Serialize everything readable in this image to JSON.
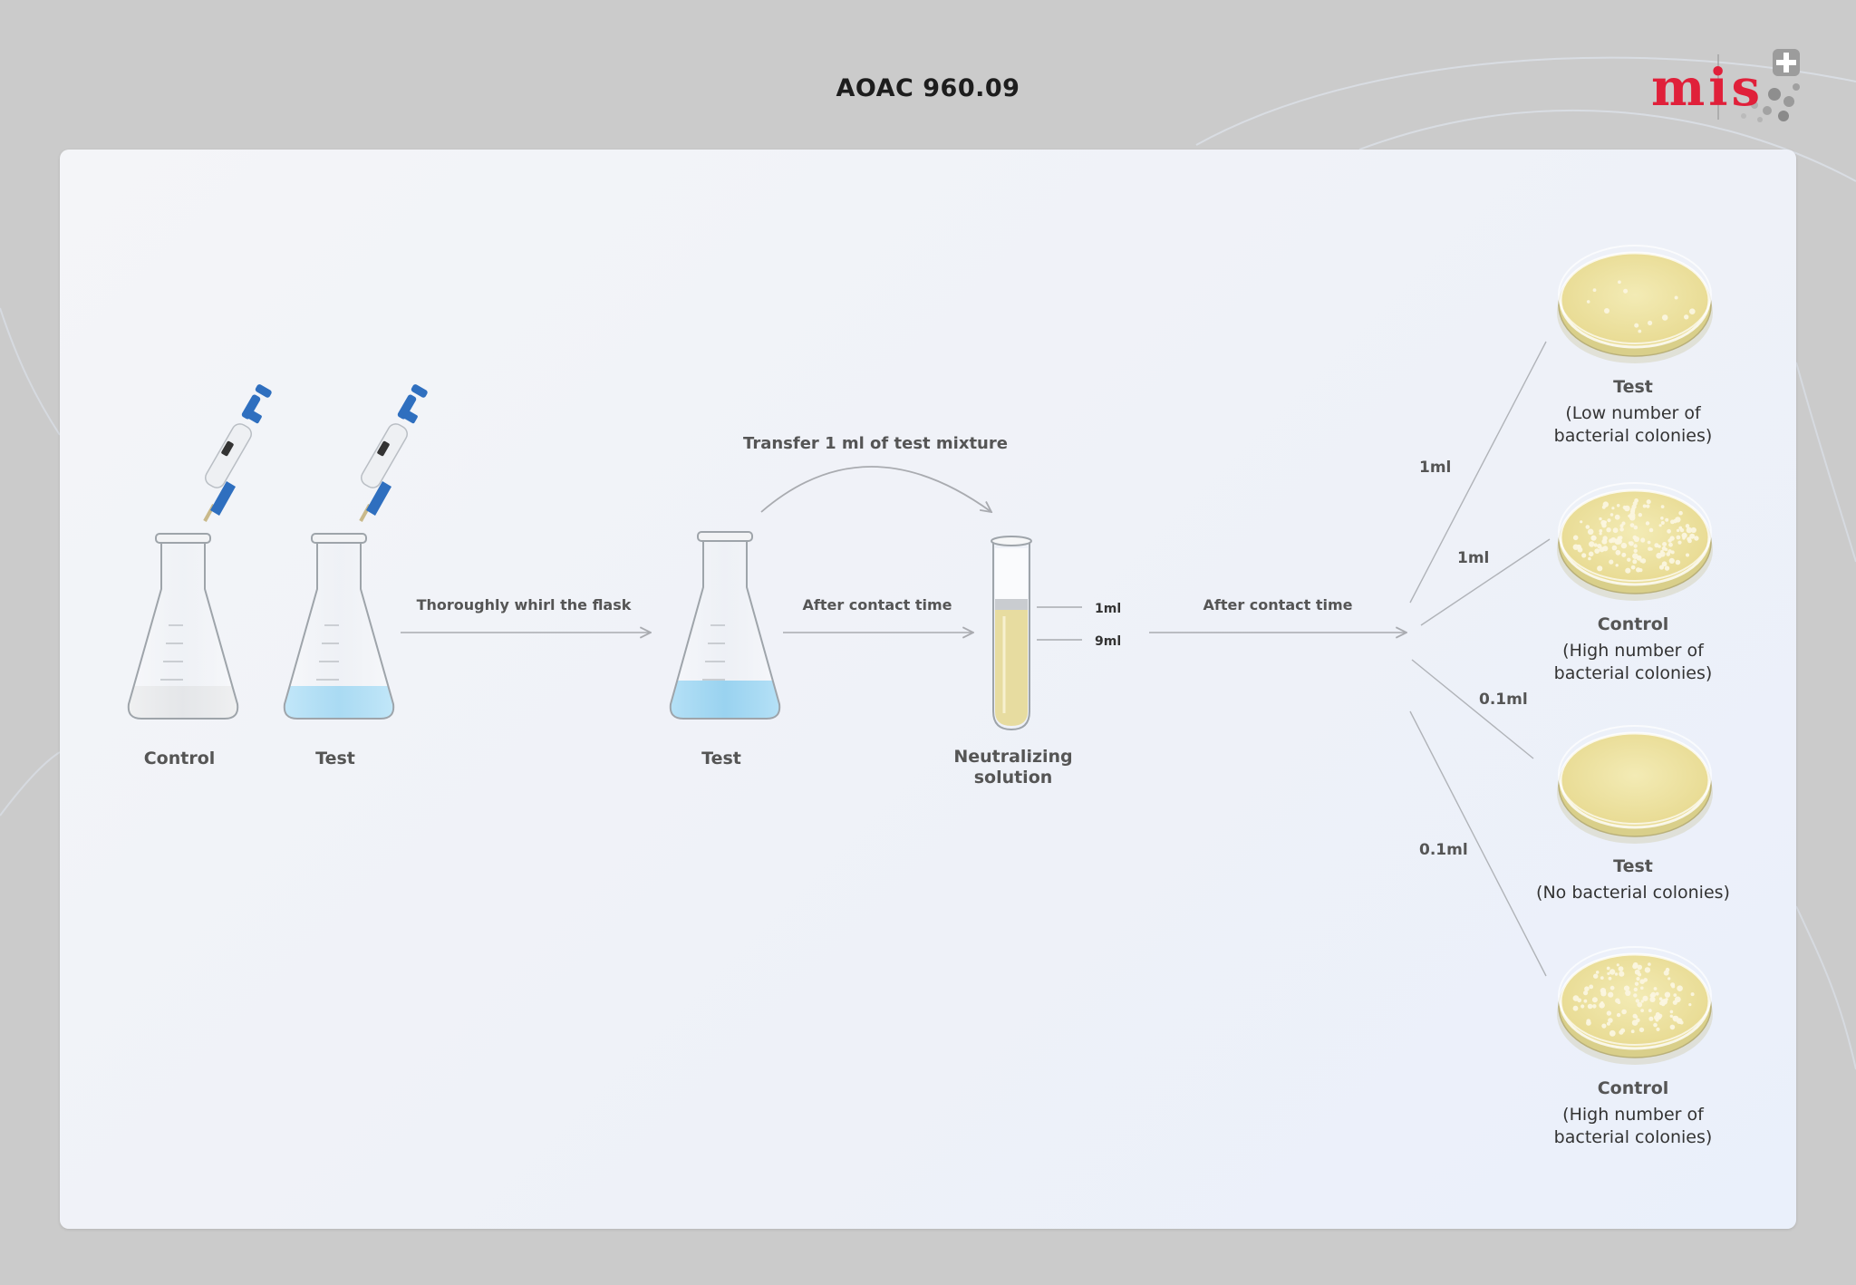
{
  "title": "AOAC 960.09",
  "logo": {
    "text": "mis",
    "icon": "plus-icon"
  },
  "flasks": [
    {
      "label": "Control",
      "liquid": "#e3e4e6"
    },
    {
      "label": "Test",
      "liquid": "#8fd3f4"
    },
    {
      "label": "Test",
      "liquid": "#78c8f0"
    }
  ],
  "arrows": {
    "whirl": "Thoroughly whirl the flask",
    "contact1": "After contact time",
    "contact2": "After contact time",
    "transfer": "Transfer 1 ml of test mixture"
  },
  "tube": {
    "label_line1": "Neutralizing",
    "label_line2": "solution",
    "mark_top": "1ml",
    "mark_bottom": "9ml"
  },
  "branches": [
    {
      "volume": "1ml"
    },
    {
      "volume": "1ml"
    },
    {
      "volume": "0.1ml"
    },
    {
      "volume": "0.1ml"
    }
  ],
  "dishes": [
    {
      "line1": "Test",
      "line2": "(Low number of",
      "line3": "bacterial colonies)",
      "colonies": 12
    },
    {
      "line1": "Control",
      "line2": "(High number of",
      "line3": "bacterial colonies)",
      "colonies": 140
    },
    {
      "line1": "Test",
      "line2": "(No bacterial colonies)",
      "line3": "",
      "colonies": 0
    },
    {
      "line1": "Control",
      "line2": "(High number of",
      "line3": "bacterial colonies)",
      "colonies": 110
    }
  ],
  "colors": {
    "agar": "#efe6a6",
    "pipette": "#2f6fbf",
    "arrow": "#a9abb0",
    "logo": "#e0203a"
  }
}
